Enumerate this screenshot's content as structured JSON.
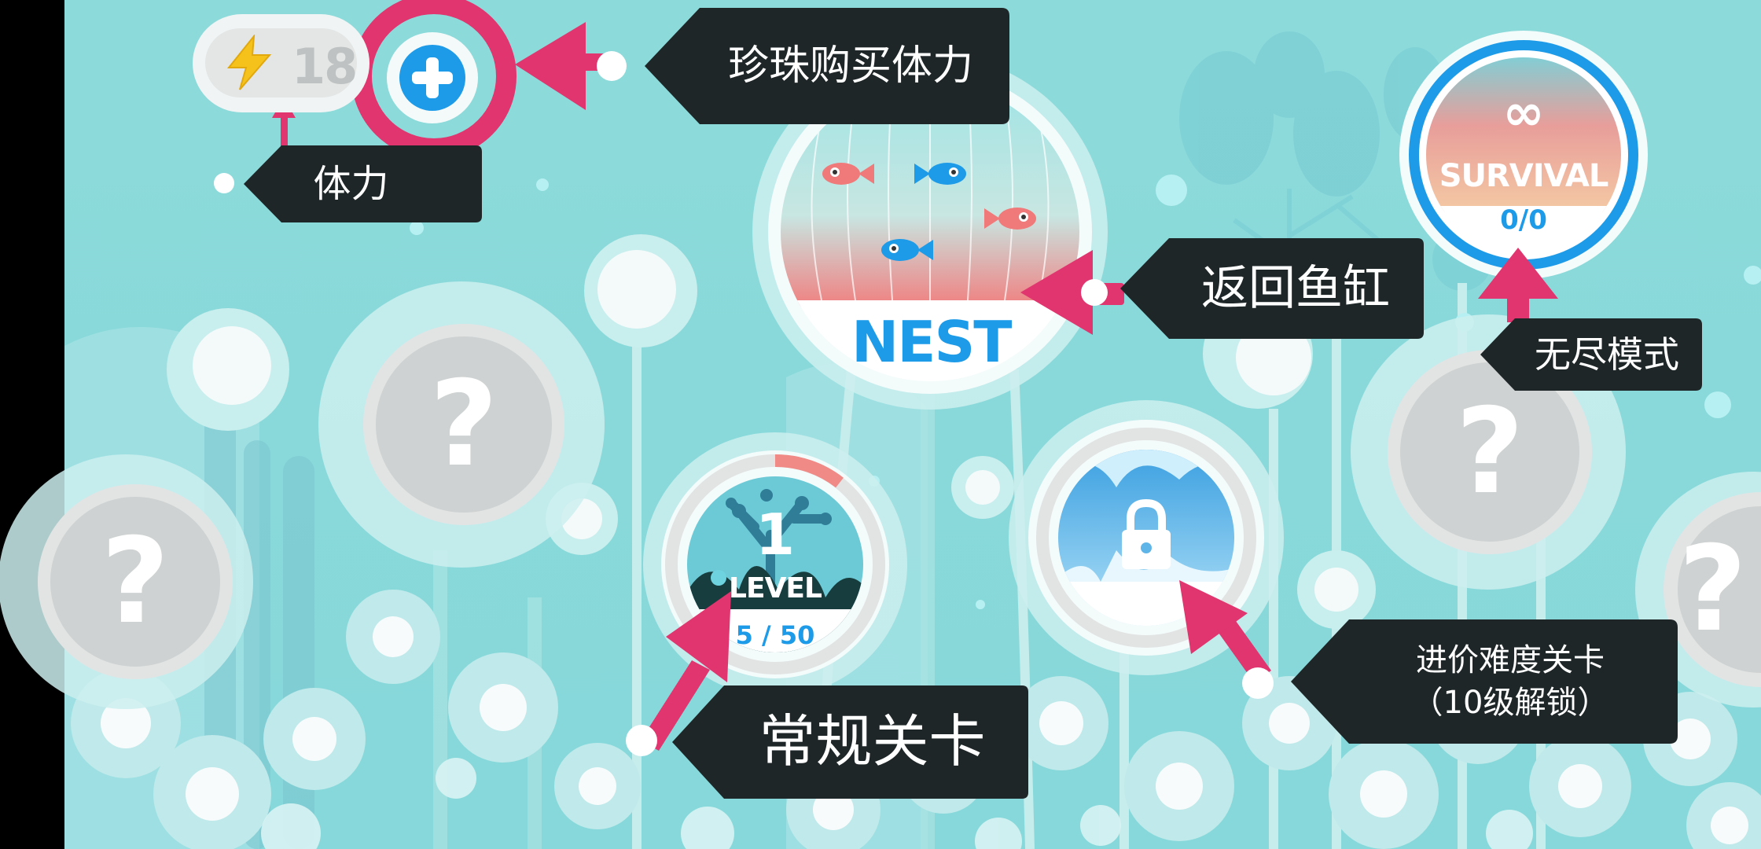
{
  "hud": {
    "energy_value": "18",
    "energy_icon": "lightning-icon",
    "buy_icon": "plus-icon"
  },
  "nest": {
    "label": "NEST",
    "fish": [
      "fish-icon",
      "fish-icon",
      "fish-icon",
      "fish-icon"
    ]
  },
  "survival": {
    "title": "SURVIVAL",
    "score": "0/0",
    "icon": "infinity-icon"
  },
  "level": {
    "number": "1",
    "label": "LEVEL",
    "progress": "5 / 50",
    "progress_fraction": 0.1
  },
  "locked_level": {
    "icon": "lock-icon"
  },
  "unknown_nodes": {
    "symbol": "?"
  },
  "annotations": {
    "buy_energy": "珍珠购买体力",
    "energy": "体力",
    "back_to_tank": "返回鱼缸",
    "endless_mode": "无尽模式",
    "normal_level": "常规关卡",
    "advanced_line1": "进价难度关卡",
    "advanced_line2": "（10级解锁）"
  },
  "colors": {
    "sky": "#8fdcdc",
    "callout": "#1f2628",
    "highlight": "#e0356f",
    "accent_blue": "#1e9be8",
    "energy_yellow": "#f5c21b",
    "progress_red": "#f08a86"
  }
}
